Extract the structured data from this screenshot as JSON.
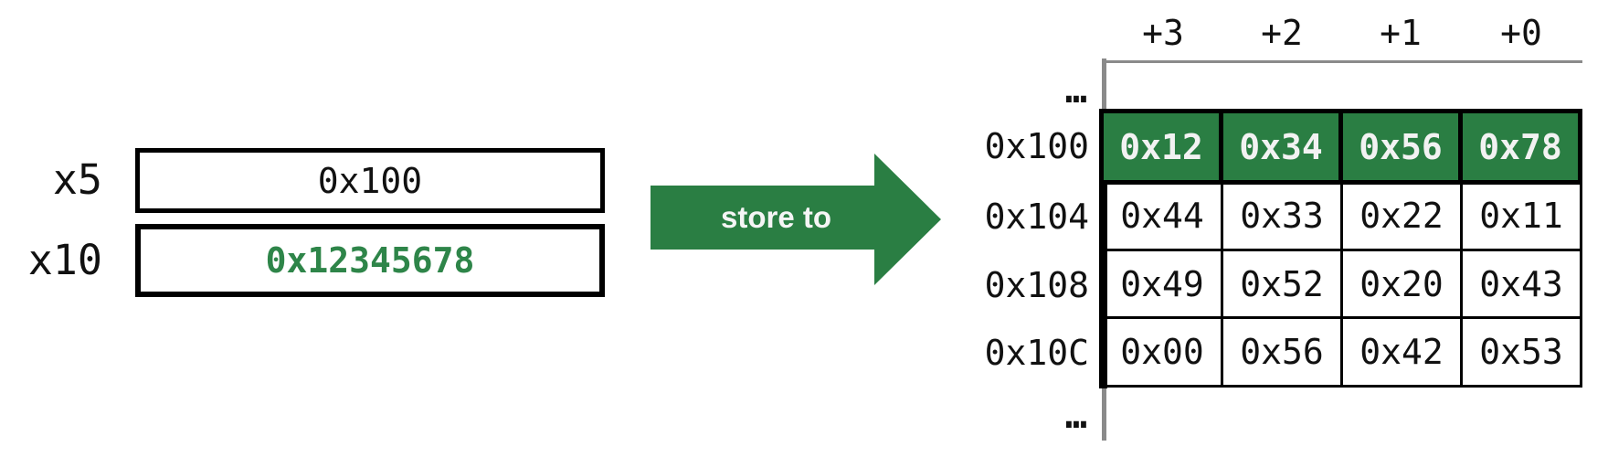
{
  "registers": {
    "items": [
      {
        "name": "x5",
        "value": "0x100",
        "highlighted": false
      },
      {
        "name": "x10",
        "value": "0x12345678",
        "highlighted": true
      }
    ]
  },
  "arrow": {
    "label": "store to"
  },
  "memory": {
    "byte_offset_headers": [
      "+3",
      "+2",
      "+1",
      "+0"
    ],
    "ellipsis_top": "…",
    "ellipsis_bottom": "…",
    "rows": [
      {
        "address": "0x100",
        "cells": [
          "0x12",
          "0x34",
          "0x56",
          "0x78"
        ],
        "highlighted": true
      },
      {
        "address": "0x104",
        "cells": [
          "0x44",
          "0x33",
          "0x22",
          "0x11"
        ],
        "highlighted": false
      },
      {
        "address": "0x108",
        "cells": [
          "0x49",
          "0x52",
          "0x20",
          "0x43"
        ],
        "highlighted": false
      },
      {
        "address": "0x10C",
        "cells": [
          "0x00",
          "0x56",
          "0x42",
          "0x53"
        ],
        "highlighted": false
      }
    ]
  },
  "colors": {
    "green": "#2a7e43",
    "green_text": "#2e8549",
    "gray_line": "#8a8a8a",
    "cell_text_light": "#f2f2f2"
  }
}
